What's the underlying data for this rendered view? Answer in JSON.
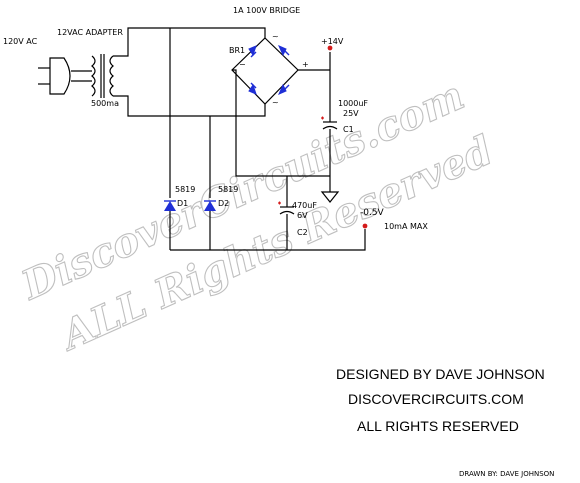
{
  "title": "1A 100V BRIDGE",
  "source": {
    "ac_label": "120V AC",
    "adapter_label": "12VAC ADAPTER",
    "current_label": "500ma"
  },
  "bridge": {
    "ref": "BR1",
    "ac_symbol": "~",
    "plus": "+",
    "minus": "−"
  },
  "rails": {
    "positive": "+14V",
    "negative": "-0.5V",
    "negative_note": "10mA MAX"
  },
  "capacitors": [
    {
      "ref": "C1",
      "value": "1000uF",
      "voltage": "25V"
    },
    {
      "ref": "C2",
      "value": "470uF",
      "voltage": "6V"
    }
  ],
  "diodes": [
    {
      "ref": "D1",
      "part": "5819"
    },
    {
      "ref": "D2",
      "part": "5819"
    }
  ],
  "credits": {
    "line1": "DESIGNED BY DAVE JOHNSON",
    "line2": "DISCOVERCIRCUITS.COM",
    "line3": "ALL RIGHTS RESERVED",
    "drawn_by": "DRAWN BY: DAVE JOHNSON"
  },
  "watermark": {
    "line1": "DiscoverCircuits.com",
    "line2": "ALL Rights Reserved"
  },
  "colors": {
    "wire": "#000000",
    "semiconductor": "#1f2fd6",
    "polarity": "#d41b1b",
    "watermark": "#b5b5b5"
  }
}
